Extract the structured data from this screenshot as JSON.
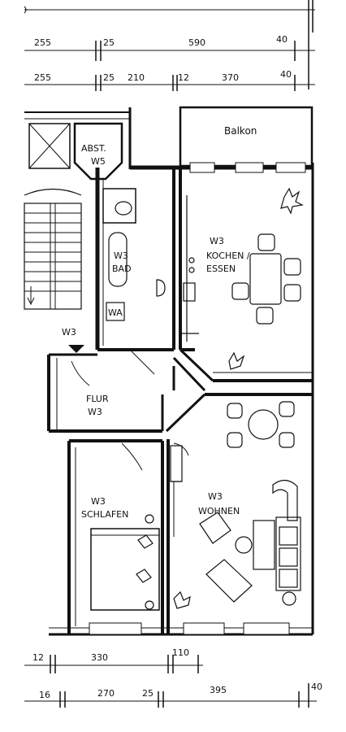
{
  "dimensions": {
    "top_row1": [
      "255",
      "25",
      "590",
      "40"
    ],
    "top_row2": [
      "255",
      "25",
      "210",
      "12",
      "370",
      "40"
    ],
    "bottom_row1": [
      "12",
      "330",
      "110"
    ],
    "bottom_row2": [
      "16",
      "270",
      "25",
      "395",
      "40"
    ]
  },
  "rooms": {
    "balkon": "Balkon",
    "abst_line1": "ABST.",
    "abst_line2": "W5",
    "bad_line1": "W3",
    "bad_line2": "BAD",
    "wa": "WA",
    "kochen_line1": "W3",
    "kochen_line2": "KOCHEN /",
    "kochen_line3": "ESSEN",
    "stair_marker": "W3",
    "flur_line1": "FLUR",
    "flur_line2": "W3",
    "schlafen_line1": "W3",
    "schlafen_line2": "SCHLAFEN",
    "wohnen_line1": "W3",
    "wohnen_line2": "WOHNEN"
  }
}
